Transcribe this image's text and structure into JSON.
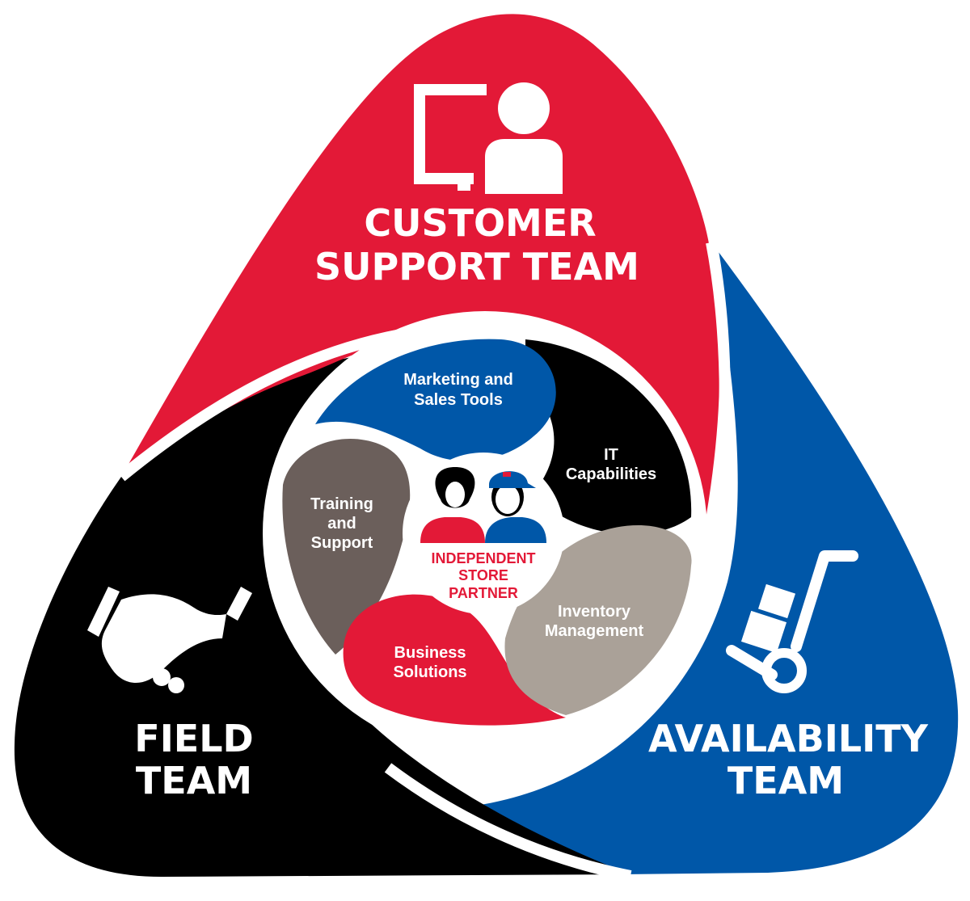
{
  "colors": {
    "red": "#e31937",
    "blue": "#0057a8",
    "black": "#000000",
    "dark_gray": "#6b5f5b",
    "light_gray": "#aaa198",
    "white": "#ffffff"
  },
  "teams": {
    "customer_support": {
      "line1": "CUSTOMER",
      "line2": "SUPPORT TEAM",
      "icon": "monitor-person-icon"
    },
    "field": {
      "line1": "FIELD",
      "line2": "TEAM",
      "icon": "handshake-icon"
    },
    "availability": {
      "line1": "AVAILABILITY",
      "line2": "TEAM",
      "icon": "hand-truck-icon"
    }
  },
  "services": [
    {
      "line1": "Marketing and",
      "line2": "Sales Tools"
    },
    {
      "line1": "IT",
      "line2": "Capabilities"
    },
    {
      "line1": "Inventory",
      "line2": "Management"
    },
    {
      "line1": "Business",
      "line2": "Solutions"
    },
    {
      "line1": "Training",
      "line2": "and",
      "line3": "Support"
    }
  ],
  "center": {
    "line1": "INDEPENDENT",
    "line2": "STORE",
    "line3": "PARTNER",
    "icon": "partners-icon"
  }
}
